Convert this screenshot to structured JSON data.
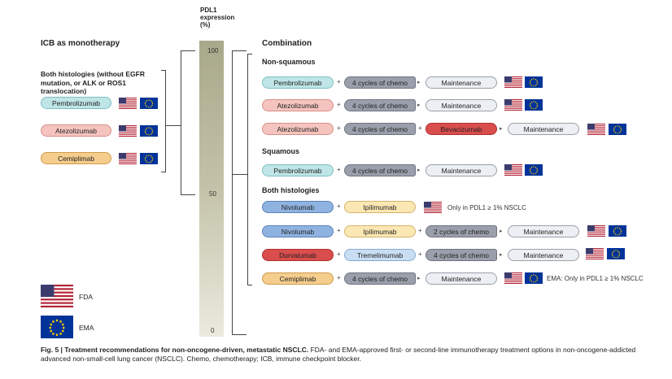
{
  "pdl1": {
    "label_line1": "PDL1",
    "label_line2": "expression",
    "label_line3": "(%)",
    "ticks": [
      "100",
      "50",
      "0"
    ]
  },
  "monotherapy": {
    "title": "ICB as monotherapy",
    "subtitle_line1": "Both histologies (without EGFR",
    "subtitle_line2": "mutation, or ALK or ROS1",
    "subtitle_line3": "translocation)",
    "drugs": [
      "Pembrolizumab",
      "Atezolizumab",
      "Cemiplimab"
    ]
  },
  "combination": {
    "title": "Combination",
    "nonsquamous": {
      "title": "Non-squamous",
      "rows": [
        {
          "drug": "Pembrolizumab",
          "chemo": "4 cycles of chemo",
          "maint": "Maintenance"
        },
        {
          "drug": "Atezolizumab",
          "chemo": "4 cycles of chemo",
          "maint": "Maintenance"
        },
        {
          "drug": "Atezolizumab",
          "chemo": "4 cycles of chemo",
          "extra": "Bevacizumab",
          "maint": "Maintenance"
        }
      ]
    },
    "squamous": {
      "title": "Squamous",
      "rows": [
        {
          "drug": "Pembrolizumab",
          "chemo": "4 cycles of chemo",
          "maint": "Maintenance"
        }
      ]
    },
    "both": {
      "title": "Both histologies",
      "rows": [
        {
          "drug": "Nivolumab",
          "partner": "Ipilimumab",
          "note": "Only in PDL1 ≥ 1% NSCLC"
        },
        {
          "drug": "Nivolumab",
          "partner": "Ipilimumab",
          "chemo": "2 cycles of chemo",
          "maint": "Maintenance"
        },
        {
          "drug": "Durvalumab",
          "partner": "Tremelimumab",
          "chemo": "4 cycles of chemo",
          "maint": "Maintenance"
        },
        {
          "drug": "Cemiplimab",
          "chemo": "4 cycles of chemo",
          "maint": "Maintenance",
          "note": "EMA: Only in PDL1 ≥ 1% NSCLC"
        }
      ]
    }
  },
  "symbols": {
    "plus": "+",
    "arrow": "▸"
  },
  "legend": {
    "fda": "FDA",
    "ema": "EMA"
  },
  "caption": {
    "bold": "Fig. 5 | Treatment recommendations for non-oncogene-driven, metastatic NSCLC.",
    "text": " FDA- and EMA-approved first- or second-line immunotherapy treatment options in non-oncogene-addicted advanced non-small-cell lung cancer (NSCLC). Chemo, chemotherapy; ICB, immune checkpoint blocker."
  },
  "colors": {
    "pembro": "#bfe5e7",
    "atezo": "#f5c4bf",
    "cemip": "#f5cd8d",
    "nivo": "#8fb3e0",
    "durva": "#d94d4d",
    "ipili": "#fbe7b3",
    "treme": "#c9def3",
    "chemo": "#9a9fab",
    "maint": "#eceff3",
    "beva": "#d94d4d",
    "us_red": "#b22234",
    "eu_blue": "#003399"
  }
}
